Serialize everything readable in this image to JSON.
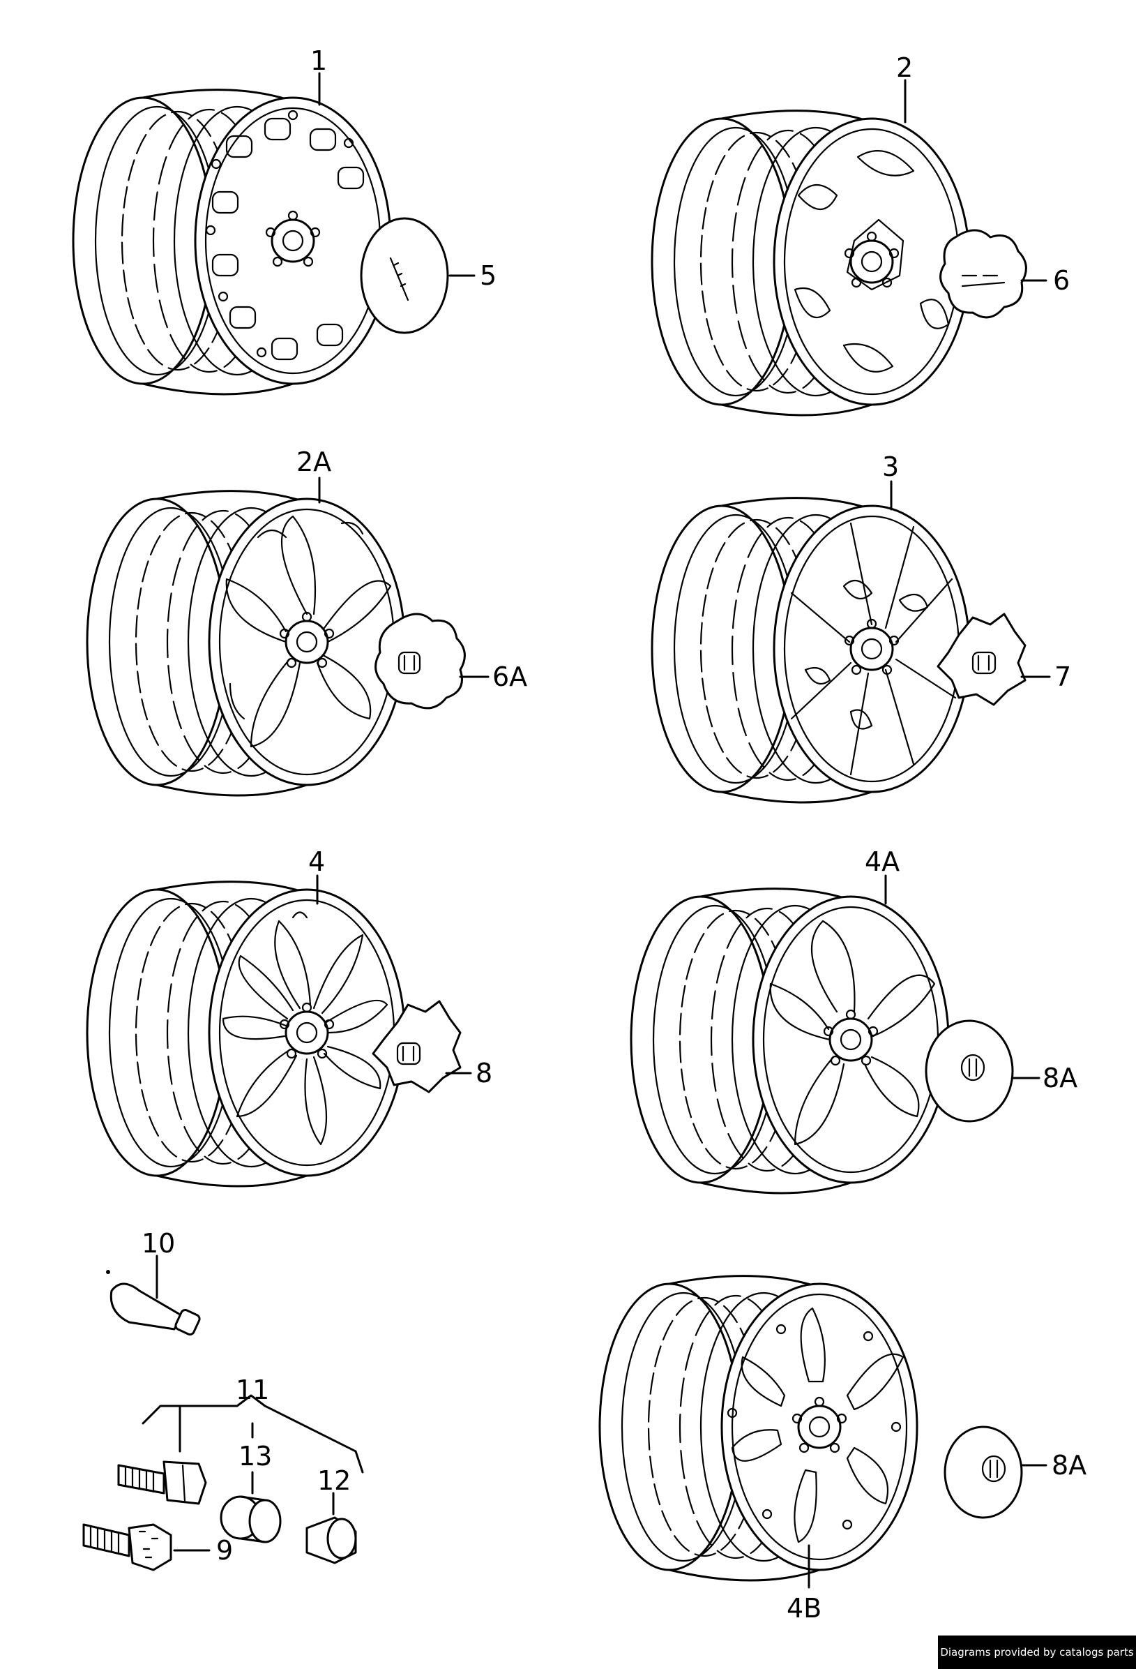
{
  "callouts": {
    "c1": "1",
    "c2": "2",
    "c2A": "2A",
    "c3": "3",
    "c4": "4",
    "c4A": "4A",
    "c4B": "4B",
    "c5": "5",
    "c6": "6",
    "c6A": "6A",
    "c7": "7",
    "c8": "8",
    "c8A_upper": "8A",
    "c8A_lower": "8A",
    "c9": "9",
    "c10": "10",
    "c11": "11",
    "c12": "12",
    "c13": "13"
  },
  "footer": {
    "credit": "Diagrams provided by catalogs parts"
  }
}
